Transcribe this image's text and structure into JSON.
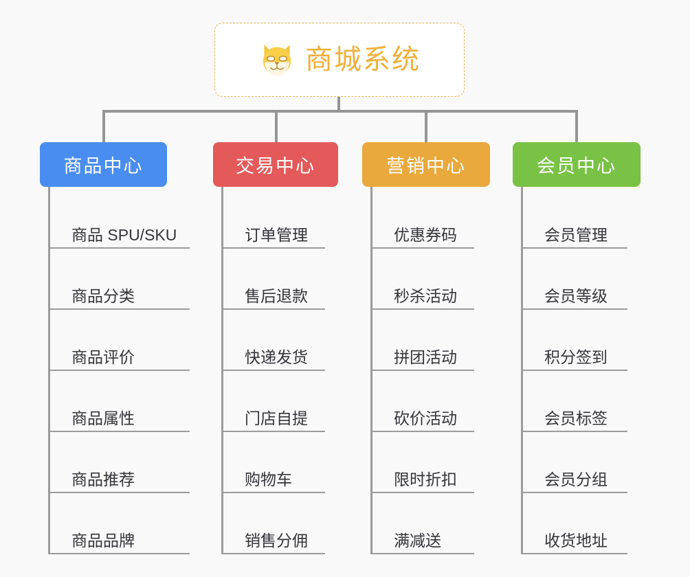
{
  "root": {
    "title": "商城系统",
    "icon": "shiba-dog-emoji",
    "border_color": "#e8b552",
    "text_color": "#f0b03c",
    "background": "#ffffff"
  },
  "canvas": {
    "background": "#f9f9f9",
    "connector_color": "#959595"
  },
  "columns": [
    {
      "title": "商品中心",
      "color": "#4a8df0",
      "items": [
        "商品 SPU/SKU",
        "商品分类",
        "商品评价",
        "商品属性",
        "商品推荐",
        "商品品牌"
      ]
    },
    {
      "title": "交易中心",
      "color": "#e45a5a",
      "items": [
        "订单管理",
        "售后退款",
        "快递发货",
        "门店自提",
        "购物车",
        "销售分佣"
      ]
    },
    {
      "title": "营销中心",
      "color": "#eaa93c",
      "items": [
        "优惠券码",
        "秒杀活动",
        "拼团活动",
        "砍价活动",
        "限时折扣",
        "满减送"
      ]
    },
    {
      "title": "会员中心",
      "color": "#79c246",
      "items": [
        "会员管理",
        "会员等级",
        "积分签到",
        "会员标签",
        "会员分组",
        "收货地址"
      ]
    }
  ]
}
